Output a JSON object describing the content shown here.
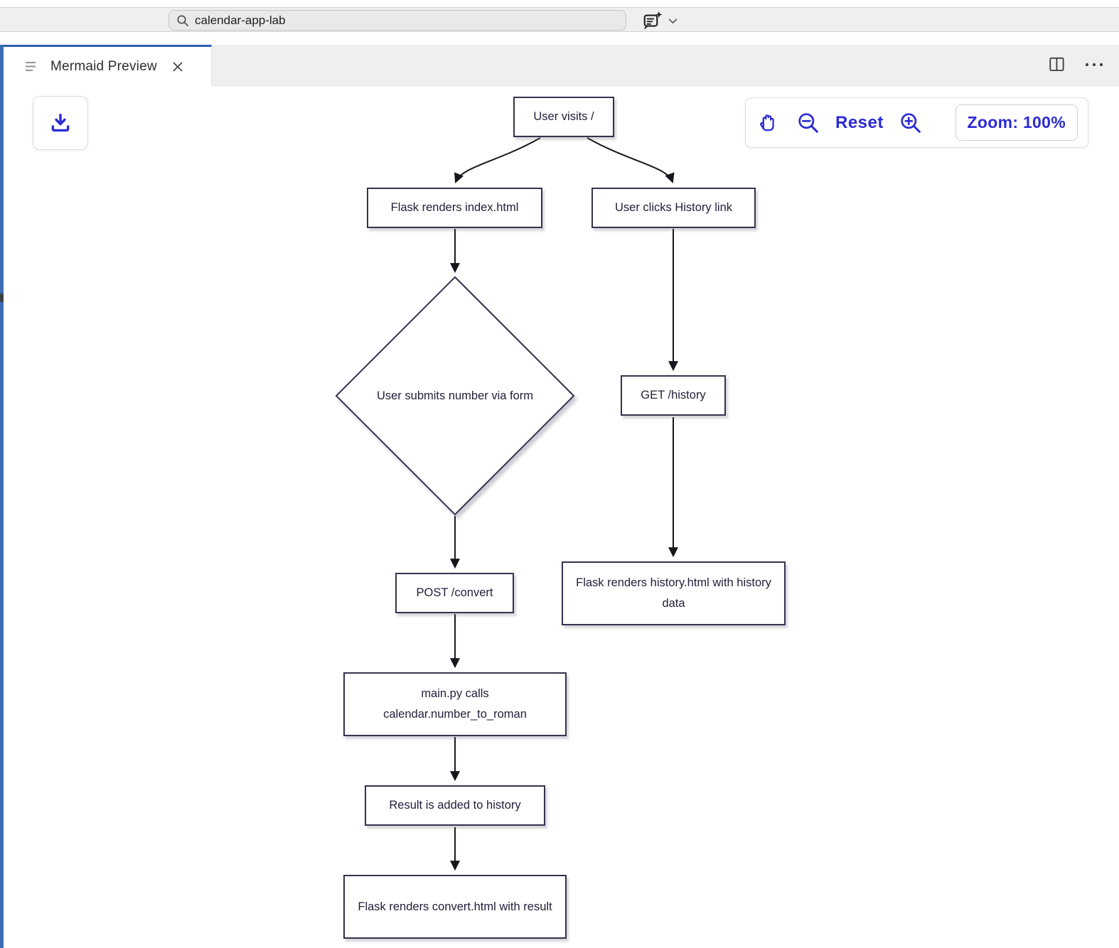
{
  "titlebar": {
    "search_value": "calendar-app-lab"
  },
  "tab": {
    "label": "Mermaid Preview"
  },
  "preview_toolbar": {
    "reset_label": "Reset",
    "zoom_label": "Zoom: 100%"
  },
  "icons": {
    "search": "magnifier",
    "copilot": "chat-bubble-with-sparkle",
    "copilot_chevron": "chevron-down",
    "tab_list": "three-horizontal-lines",
    "tab_close": "x-mark",
    "split_editor": "rectangle-split-vertical",
    "more_actions": "ellipsis",
    "download": "arrow-down-into-tray",
    "pan": "open-hand",
    "zoom_out": "magnifier-minus",
    "zoom_in": "magnifier-plus"
  },
  "colors": {
    "accent_blue": "#2b2bd4",
    "sidebar_blue": "#3e6db5",
    "tab_top_border_blue": "#2d5fb1",
    "node_border": "#33334f",
    "node_text": "#21213b",
    "edge": "#16161d",
    "titlebar_bg": "#efefef"
  },
  "diagram": {
    "nodes": [
      {
        "id": "A",
        "label": "User visits /",
        "shape": "rect"
      },
      {
        "id": "B",
        "label": "Flask renders index.html",
        "shape": "rect"
      },
      {
        "id": "C",
        "label": "User clicks History link",
        "shape": "rect"
      },
      {
        "id": "D",
        "label": "User submits number via form",
        "shape": "diamond"
      },
      {
        "id": "E",
        "label": "GET /history",
        "shape": "rect"
      },
      {
        "id": "F",
        "label": "POST /convert",
        "shape": "rect"
      },
      {
        "id": "G",
        "label": "Flask renders history.html with history data",
        "shape": "rect"
      },
      {
        "id": "H",
        "label": "main.py calls calendar.number_to_roman",
        "shape": "rect"
      },
      {
        "id": "I",
        "label": "Result is added to history",
        "shape": "rect"
      },
      {
        "id": "J",
        "label": "Flask renders convert.html with result",
        "shape": "rect"
      }
    ],
    "edges": [
      [
        "A",
        "B"
      ],
      [
        "A",
        "C"
      ],
      [
        "B",
        "D"
      ],
      [
        "C",
        "E"
      ],
      [
        "D",
        "F"
      ],
      [
        "E",
        "G"
      ],
      [
        "F",
        "H"
      ],
      [
        "H",
        "I"
      ],
      [
        "I",
        "J"
      ]
    ]
  }
}
